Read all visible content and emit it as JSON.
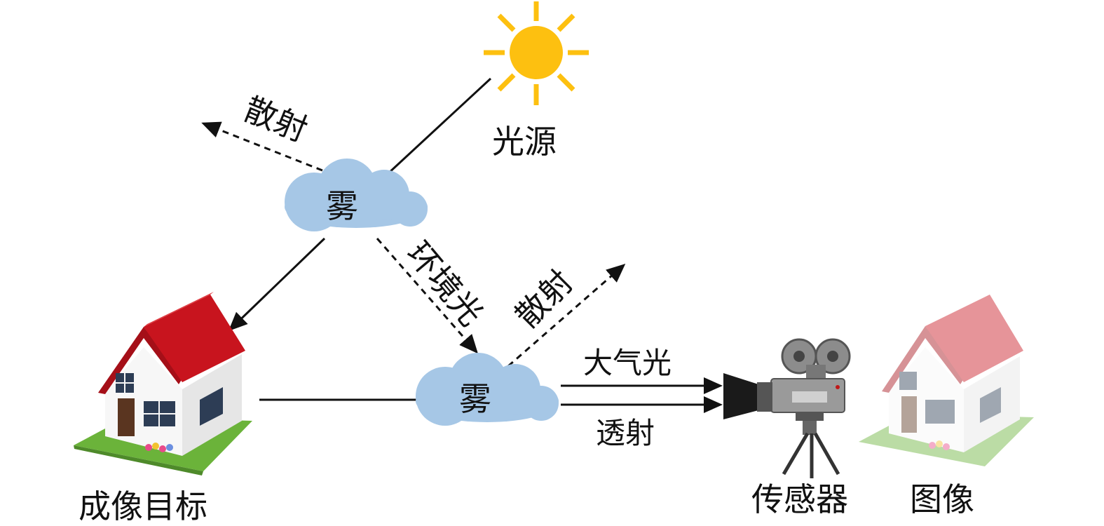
{
  "light_source": {
    "label": "光源",
    "icon": "sun-icon",
    "color": "#FDC010"
  },
  "fog_top": {
    "label": "雾",
    "icon": "cloud-icon",
    "color": "#A6C7E6"
  },
  "fog_bottom": {
    "label": "雾",
    "icon": "cloud-icon",
    "color": "#A6C7E6"
  },
  "scatter_top": {
    "label": "散射"
  },
  "scatter_right": {
    "label": "散射"
  },
  "ambient_light": {
    "label": "环境光"
  },
  "airlight": {
    "label": "大气光"
  },
  "transmission": {
    "label": "透射"
  },
  "target": {
    "label": "成像目标",
    "icon": "house-icon",
    "roof_color": "#C8141E",
    "grass_color": "#6BB33A"
  },
  "sensor": {
    "label": "传感器",
    "icon": "video-camera-icon"
  },
  "image": {
    "label": "图像",
    "icon": "faded-house-icon"
  }
}
